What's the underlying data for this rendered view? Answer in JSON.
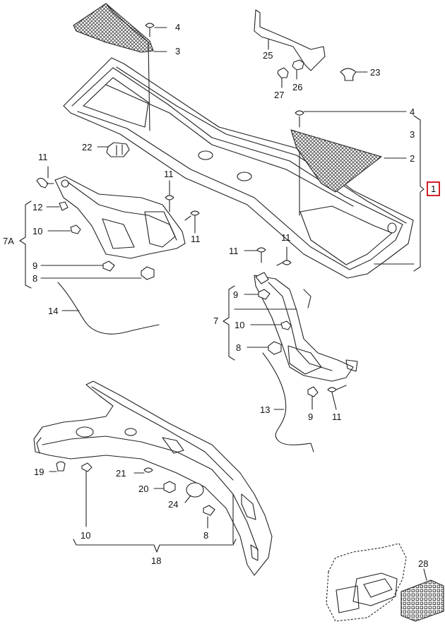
{
  "callouts": {
    "c1": "1",
    "c2": "2",
    "c3a": "3",
    "c3b": "3",
    "c4a": "4",
    "c4b": "4",
    "c7": "7",
    "c7a": "7A",
    "c8a": "8",
    "c8b": "8",
    "c8c": "8",
    "c9a": "9",
    "c9b": "9",
    "c9c": "9",
    "c10a": "10",
    "c10b": "10",
    "c10c": "10",
    "c11a": "11",
    "c11b": "11",
    "c11c": "11",
    "c11d": "11",
    "c11e": "11",
    "c11f": "11",
    "c12": "12",
    "c13": "13",
    "c14": "14",
    "c18": "18",
    "c19": "19",
    "c20": "20",
    "c21": "21",
    "c22": "22",
    "c23": "23",
    "c24": "24",
    "c25": "25",
    "c26": "26",
    "c27": "27",
    "c28": "28"
  },
  "selected_callout": "1",
  "colors": {
    "line": "#222222",
    "mesh": "#555555",
    "highlight": "#d21f26"
  }
}
